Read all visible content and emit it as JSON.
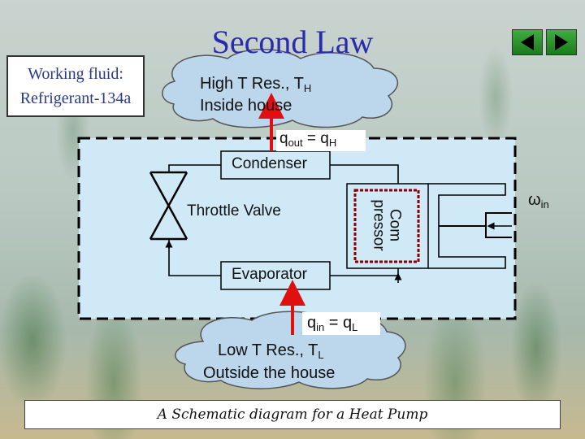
{
  "title": "Second Law",
  "working_fluid": {
    "line1": "Working fluid:",
    "line2": "Refrigerant-134a"
  },
  "high_res": {
    "line1_main": "High T Res., T",
    "line1_sub": "H",
    "line2": "Inside house"
  },
  "qout": {
    "q": "q",
    "q_sub": "out",
    "eq": " = q",
    "eq_sub": "H"
  },
  "condenser": "Condenser",
  "throttle_valve": "Throttle Valve",
  "compressor": {
    "line1": "Com",
    "line2": "pressor"
  },
  "win": {
    "symbol": "ω",
    "sub": "in"
  },
  "evaporator": "Evaporator",
  "qin": {
    "q": "q",
    "q_sub": "in",
    "eq": " = q",
    "eq_sub": "L"
  },
  "low_res": {
    "line1_main": "Low T Res., T",
    "line1_sub": "L",
    "line2": "Outside the house"
  },
  "caption": "A Schematic diagram for a Heat Pump",
  "nav": {
    "prev_icon": "triangle-left-icon",
    "next_icon": "triangle-right-icon"
  },
  "colors": {
    "system_fill": "#cfe9f7",
    "cloud_fill": "#bcd6ec",
    "arrow": "#e01010",
    "compressor_border": "#8b0000",
    "title": "#2a2ab0"
  }
}
